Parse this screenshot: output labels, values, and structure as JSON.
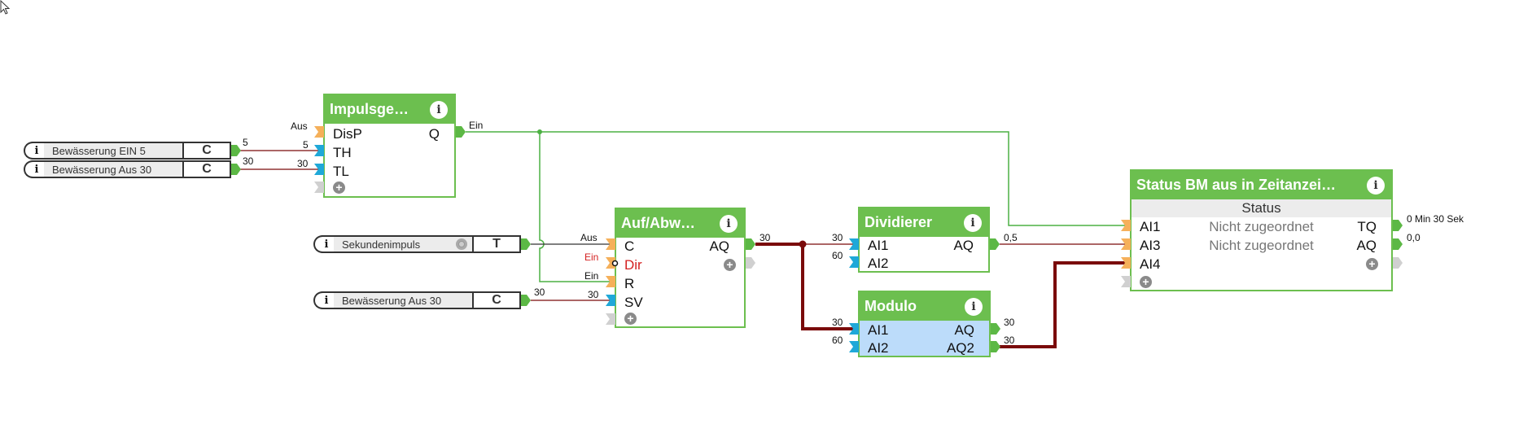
{
  "colors": {
    "block_green": "#6cbf4f",
    "wire_dark_red": "#7a0a0a",
    "wire_green": "#4cb043",
    "port_orange": "#f5b05a",
    "port_blue": "#1fa8d8",
    "port_grey": "#d0d0d0",
    "modulo_body": "#bcdcfa",
    "negated_label": "#d42020"
  },
  "constants": [
    {
      "id": "c1",
      "name": "Bewässerung EIN 5",
      "type": "C",
      "output_value": "5"
    },
    {
      "id": "c2",
      "name": "Bewässerung Aus 30",
      "type": "C",
      "output_value": "30"
    },
    {
      "id": "c3",
      "name": "Sekundenimpuls",
      "type": "T",
      "output_value": ""
    },
    {
      "id": "c4",
      "name": "Bewässerung Aus 30",
      "type": "C",
      "output_value": "30"
    }
  ],
  "blocks": {
    "impuls": {
      "title": "Impulsge…",
      "inputs": [
        {
          "name": "DisP",
          "value": "Aus"
        },
        {
          "name": "TH",
          "value": "5"
        },
        {
          "name": "TL",
          "value": "30"
        }
      ],
      "outputs": [
        {
          "name": "Q",
          "value": "Ein"
        }
      ]
    },
    "aufabw": {
      "title": "Auf/Abw…",
      "inputs": [
        {
          "name": "C",
          "value": "Aus"
        },
        {
          "name": "Dir",
          "value": "Ein",
          "negated": true
        },
        {
          "name": "R",
          "value": "Ein"
        },
        {
          "name": "SV",
          "value": "30"
        }
      ],
      "outputs": [
        {
          "name": "AQ",
          "value": "30"
        }
      ]
    },
    "dividierer": {
      "title": "Dividierer",
      "inputs": [
        {
          "name": "AI1",
          "value": "30"
        },
        {
          "name": "AI2",
          "value": "60"
        }
      ],
      "outputs": [
        {
          "name": "AQ",
          "value": "0,5"
        }
      ]
    },
    "modulo": {
      "title": "Modulo",
      "inputs": [
        {
          "name": "AI1",
          "value": "30"
        },
        {
          "name": "AI2",
          "value": "60"
        }
      ],
      "outputs": [
        {
          "name": "AQ",
          "value": "30"
        },
        {
          "name": "AQ2",
          "value": "30"
        }
      ]
    },
    "status": {
      "title": "Status BM aus in Zeitanzei…",
      "section": "Status",
      "inputs": [
        {
          "name": "AI1",
          "assignment": "Nicht zugeordnet"
        },
        {
          "name": "AI3",
          "assignment": "Nicht zugeordnet"
        },
        {
          "name": "AI4",
          "assignment": ""
        }
      ],
      "outputs": [
        {
          "name": "TQ",
          "value": "0 Min 30 Sek"
        },
        {
          "name": "AQ",
          "value": "0,0"
        }
      ]
    }
  },
  "icons": {
    "info": "i",
    "add": "+"
  }
}
